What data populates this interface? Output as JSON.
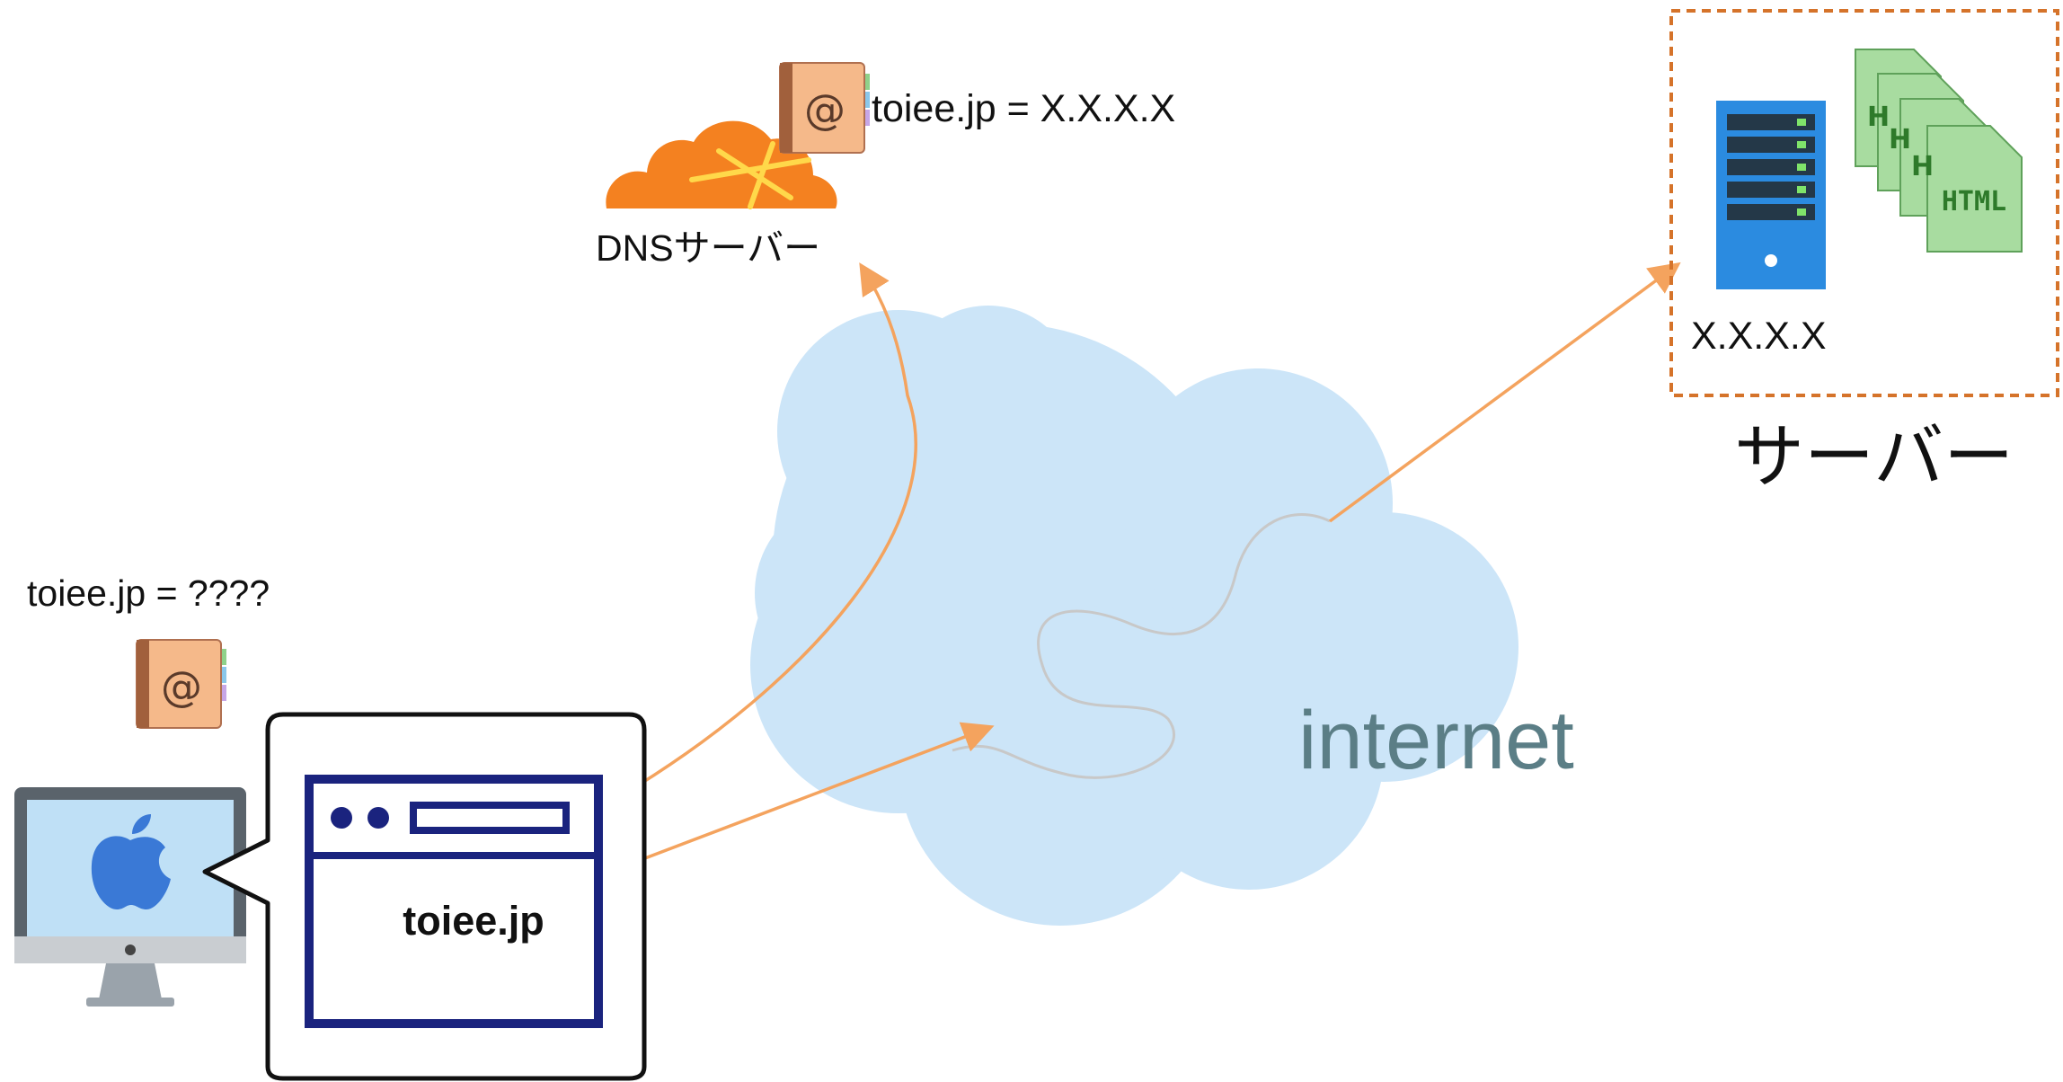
{
  "dns": {
    "answer": "toiee.jp = X.X.X.X",
    "label": "DNSサーバー"
  },
  "client": {
    "query": "toiee.jp = ????",
    "browser_url": "toiee.jp"
  },
  "server": {
    "ip": "X.X.X.X",
    "caption": "サーバー"
  },
  "network": {
    "label": "internet"
  },
  "colors": {
    "cloud_fill": "#cce5f8",
    "arrow": "#f4a35e",
    "server_box_border": "#d5732a",
    "browser_frame": "#1a237e",
    "dns_cloud": "#f48120",
    "server_tower": "#2b8be0",
    "html_doc": "#a8dca0",
    "address_book": "#f5b98a"
  },
  "icons": [
    "dns-cloud-icon",
    "address-book-icon",
    "server-tower-icon",
    "html-files-icon",
    "imac-icon",
    "apple-logo-icon",
    "browser-window-icon"
  ]
}
